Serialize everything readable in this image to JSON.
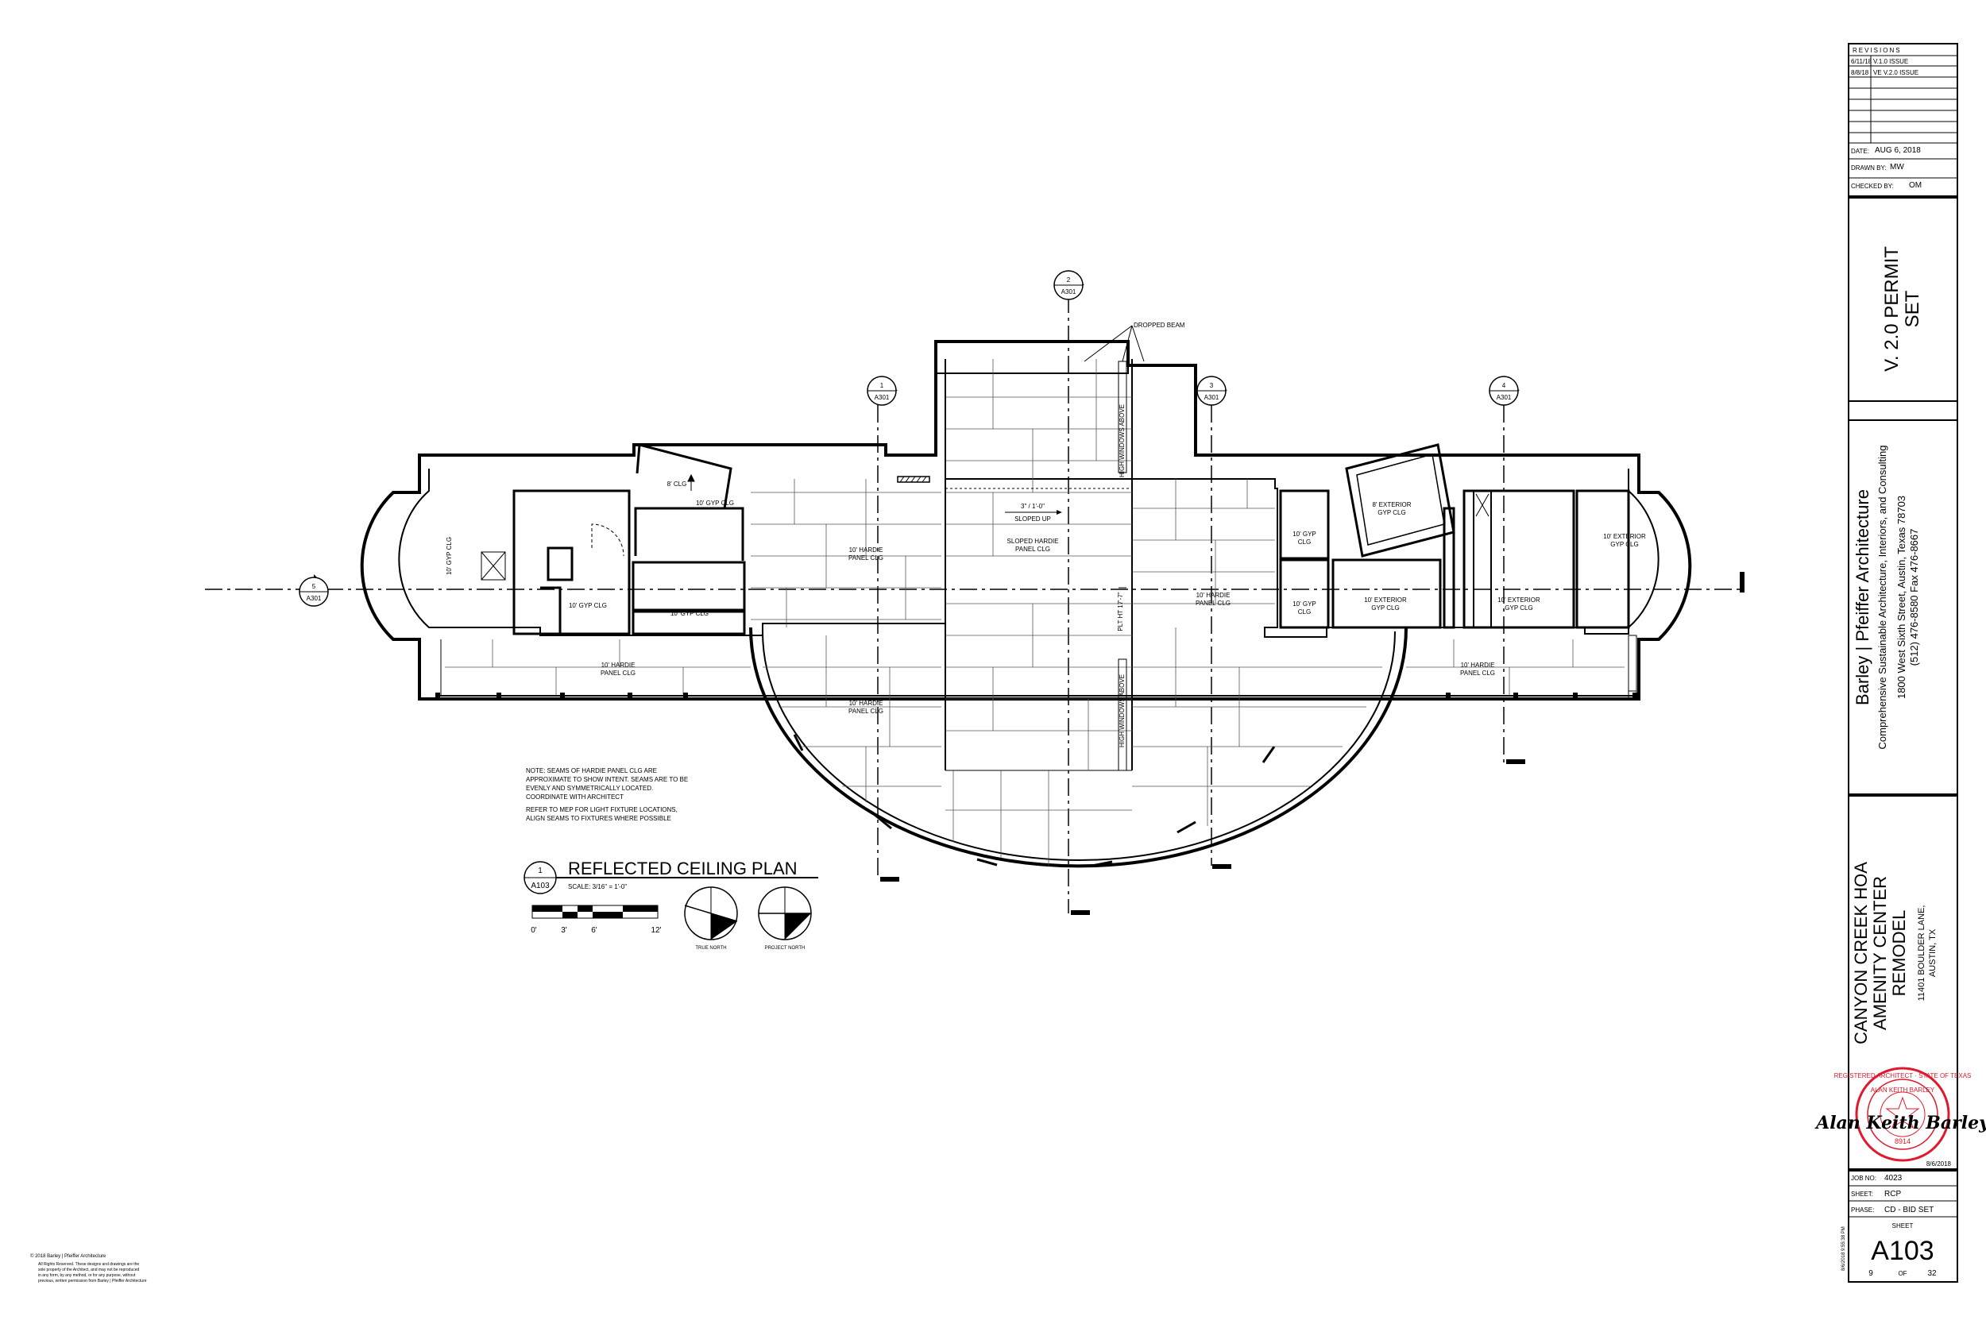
{
  "revisions": {
    "header": "REVISIONS",
    "rows": [
      {
        "date": "6/11/18",
        "desc": "V.1.0 ISSUE"
      },
      {
        "date": "8/8/18",
        "desc": "VE V.2.0 ISSUE"
      }
    ]
  },
  "info": {
    "date_label": "DATE:",
    "date_value": "AUG 6, 2018",
    "drawn_label": "DRAWN BY:",
    "drawn_value": "MW",
    "checked_label": "CHECKED BY:",
    "checked_value": "OM"
  },
  "permit_title": [
    "V. 2.0 PERMIT",
    "SET"
  ],
  "firm": {
    "name": "Barley | Pfeiffer Architecture",
    "tagline": "Comprehensive Sustainable Architecture, Interiors, and Consulting",
    "address": "1800 West Sixth Street, Austin, Texas 78703",
    "phone": "(512) 476-8580  Fax 476-8667"
  },
  "project": {
    "lines": [
      "CANYON CREEK HOA",
      "AMENITY CENTER",
      "REMODEL"
    ],
    "address": [
      "11401 BOULDER LANE,",
      "AUSTIN, TX"
    ]
  },
  "seal": {
    "ring_text": "REGISTERED ARCHITECT · STATE OF TEXAS",
    "name": "ALAN KEITH BARLEY",
    "number": "8914",
    "signature": "Alan Keith Barley",
    "sign_date": "8/6/2018"
  },
  "sheet_info": {
    "job_label": "JOB NO:",
    "job_value": "4023",
    "sheet_label": "SHEET:",
    "sheet_value": "RCP",
    "phase_label": "PHASE:",
    "phase_value": "CD - BID SET",
    "sheet_caption": "SHEET",
    "sheet_number": "A103",
    "page": "9",
    "of": "OF",
    "total": "32"
  },
  "plot_stamp": "8/6/2018 9:55:38 PM",
  "drawing_title": {
    "title": "REFLECTED CEILING PLAN",
    "number": "1",
    "sheet": "A103",
    "scale": "SCALE:  3/16\" = 1'-0\"",
    "scale_ticks": [
      "0'",
      "3'",
      "6'",
      "12'"
    ],
    "true_north": "TRUE NORTH",
    "project_north": "PROJECT NORTH"
  },
  "section_markers": [
    {
      "num": "1",
      "sheet": "A301"
    },
    {
      "num": "2",
      "sheet": "A301"
    },
    {
      "num": "3",
      "sheet": "A301"
    },
    {
      "num": "4",
      "sheet": "A301"
    },
    {
      "num": "5",
      "sheet": "A301"
    }
  ],
  "room_labels": [
    {
      "t1": "10' GYP CLG",
      "t2": ""
    },
    {
      "t1": "8' CLG",
      "t2": ""
    },
    {
      "t1": "10' GYP CLG",
      "t2": ""
    },
    {
      "t1": "10' GYP CLG",
      "t2": ""
    },
    {
      "t1": "10' GYP CLG",
      "t2": ""
    },
    {
      "t1": "10' HARDIE",
      "t2": "PANEL CLG"
    },
    {
      "t1": "SLOPED HARDIE",
      "t2": "PANEL CLG"
    },
    {
      "t1": "10' HARDIE",
      "t2": "PANEL CLG"
    },
    {
      "t1": "10' HARDIE",
      "t2": "PANEL CLG"
    },
    {
      "t1": "10' HARDIE",
      "t2": "PANEL CLG"
    },
    {
      "t1": "10' GYP",
      "t2": "CLG"
    },
    {
      "t1": "10' GYP",
      "t2": "CLG"
    },
    {
      "t1": "8' EXTERIOR",
      "t2": "GYP CLG"
    },
    {
      "t1": "10' EXTERIOR",
      "t2": "GYP CLG"
    },
    {
      "t1": "10' EXTERIOR",
      "t2": "GYP CLG"
    },
    {
      "t1": "10' EXTERIOR",
      "t2": "GYP CLG"
    },
    {
      "t1": "10' HARDIE",
      "t2": "PANEL CLG"
    }
  ],
  "annotations": {
    "dropped_beam": "DROPPED BEAM",
    "slope": "3\" / 1'-0\"",
    "sloped_up": "SLOPED UP",
    "high_windows": "HIGH WINDOWS ABOVE",
    "plt_ht": "PLT HT 17'-7\"",
    "note": [
      "NOTE:  SEAMS OF HARDIE PANEL CLG ARE",
      "APPROXIMATE TO SHOW INTENT.  SEAMS ARE TO BE",
      "EVENLY AND SYMMETRICALLY LOCATED.",
      "COORDINATE WITH ARCHITECT",
      "",
      "REFER TO MEP FOR LIGHT FIXTURE LOCATIONS,",
      "ALIGN SEAMS TO FIXTURES WHERE POSSIBLE"
    ]
  },
  "copyright": [
    "© 2018  Barley | Pfeiffer Architecture",
    "All Rights Reserved.  These designs and drawings are the",
    "sole property of the Architect, and may not be reproduced",
    "in any form, by any method, or for any purpose, without",
    "previous, written permission from Barley | Pfeiffer Architecture"
  ]
}
